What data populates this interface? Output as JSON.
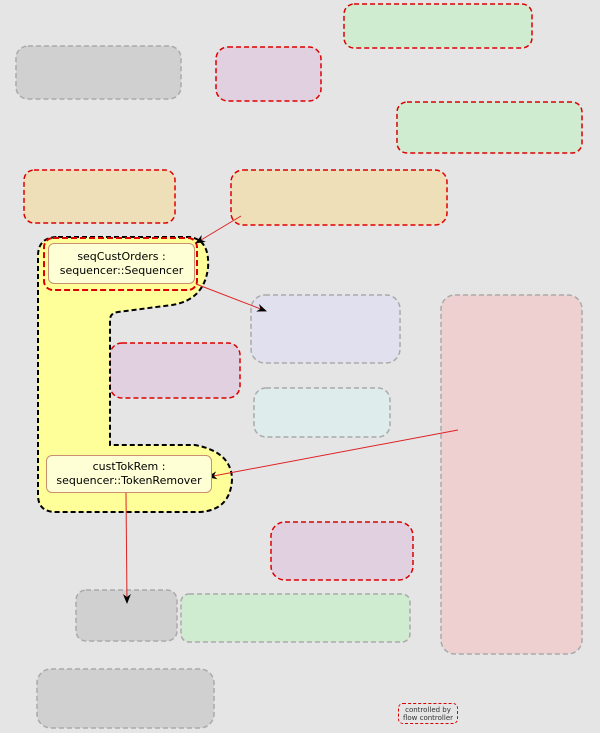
{
  "nodes": [
    {
      "name": "seqCustOrders :",
      "type": "sequencer::Sequencer"
    },
    {
      "name": "custTokRem :",
      "type": "sequencer::TokenRemover"
    }
  ],
  "legend": {
    "line1": "controlled by",
    "line2": "flow controller"
  },
  "colors": {
    "flow_controller_border": "#dd0000",
    "connection": "#dd2222",
    "group_fill": "#ffff99"
  }
}
